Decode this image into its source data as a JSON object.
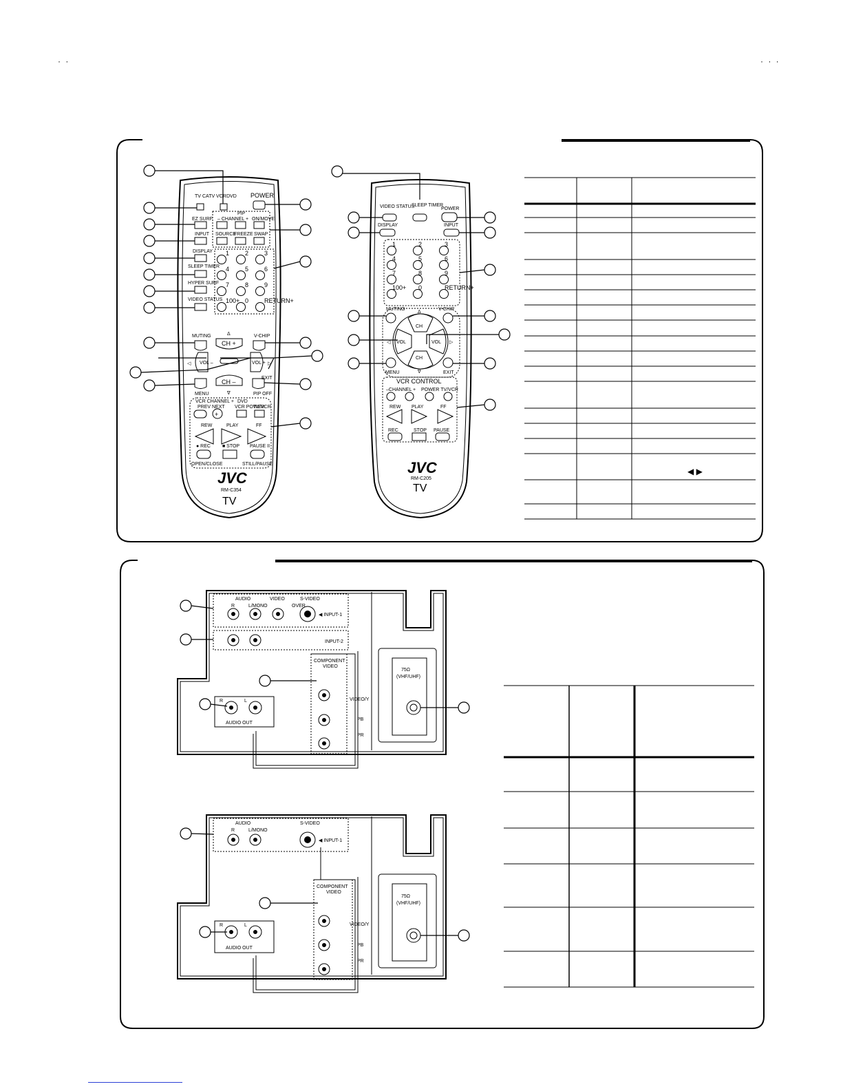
{
  "corner_marks": {
    "left": "· ·",
    "right": "· · ·"
  },
  "remote_rm_c354": {
    "brand": "JVC",
    "model": "RM-C354",
    "type_label": "TV",
    "mode_labels": [
      "TV",
      "CATV",
      "VCR",
      "DVD"
    ],
    "power": "POWER",
    "pip_header": "PIP",
    "pip_channel": "– CHANNEL +",
    "pip_buttons": [
      "ON/MOVE",
      "SOURCE",
      "FREEZE",
      "SWAP"
    ],
    "left_buttons": [
      "EZ SURF",
      "INPUT",
      "DISPLAY",
      "SLEEP TIMER",
      "HYPER SURF",
      "VIDEO STATUS"
    ],
    "digits": [
      "1",
      "2",
      "3",
      "4",
      "5",
      "6",
      "7",
      "8",
      "9",
      "100+",
      "0",
      "RETURN+"
    ],
    "muting": "MUTING",
    "vchip": "V-CHIP",
    "ch_plus": "CH +",
    "ch_minus": "CH –",
    "vol_minus": "VOL –",
    "vol_plus": "VOL +",
    "menu": "MENU",
    "exit": "EXIT",
    "pip_off": "PIP OFF",
    "vcr_channel": "VCR CHANNEL +",
    "vcr_power": "VCR POWER",
    "dvd_label": "DVD",
    "prev_next": "PREV NEXT",
    "tv_vcr": "TV/VCR",
    "rew": "REW",
    "play": "PLAY",
    "ff": "FF",
    "rec": "● REC",
    "stop": "■ STOP",
    "pause": "PAUSE II",
    "open_close": "OPEN/CLOSE",
    "still_pause": "STILL/PAUSE"
  },
  "remote_rm_c205": {
    "brand": "JVC",
    "model": "RM-C205",
    "type_label": "TV",
    "video_status": "VIDEO STATUS",
    "sleep_timer": "SLEEP TIMER",
    "power": "POWER",
    "display": "DISPLAY",
    "input": "INPUT",
    "digits": [
      "1",
      "2",
      "3",
      "4",
      "5",
      "6",
      "7",
      "8",
      "9",
      "100+",
      "0",
      "RETURN+"
    ],
    "muting": "MUTING",
    "vchip": "V-CHIP",
    "ch_plus": "CH",
    "ch_minus": "CH",
    "vol_minus": "VOL",
    "vol_plus": "VOL",
    "menu": "MENU",
    "exit": "EXIT",
    "vcr_control": "VCR CONTROL",
    "channel": "–CHANNEL +",
    "power_tvvcr": "POWER TV/VCR",
    "rew": "REW",
    "play": "PLAY",
    "ff": "FF",
    "rec": "REC",
    "stop": "STOP",
    "pause": "PAUSE"
  },
  "panel_a": {
    "audio": "AUDIO",
    "video": "VIDEO",
    "svideo": "S-VIDEO",
    "r": "R",
    "lmono": "L/MONO",
    "over": "OVER",
    "input1": "◀ INPUT-1",
    "input2": "INPUT-2",
    "component": "COMPONENT",
    "component_video": "VIDEO",
    "video_y": "VIDEO/Y",
    "pb": "PB",
    "pr": "PR",
    "audio_out": "AUDIO OUT",
    "l": "L",
    "antenna": "75Ω",
    "antenna_band": "(VHF/UHF)"
  },
  "panel_b": {
    "audio": "AUDIO",
    "svideo": "S-VIDEO",
    "r": "R",
    "lmono": "L/MONO",
    "input1": "◀ INPUT-1",
    "component": "COMPONENT",
    "component_video": "VIDEO",
    "video_y": "VIDEO/Y",
    "pb": "PB",
    "pr": "PR",
    "audio_out": "AUDIO OUT",
    "l": "L",
    "antenna": "75Ω",
    "antenna_band": "(VHF/UHF)"
  },
  "table_marks": {
    "arrows": "◀ ▶"
  }
}
